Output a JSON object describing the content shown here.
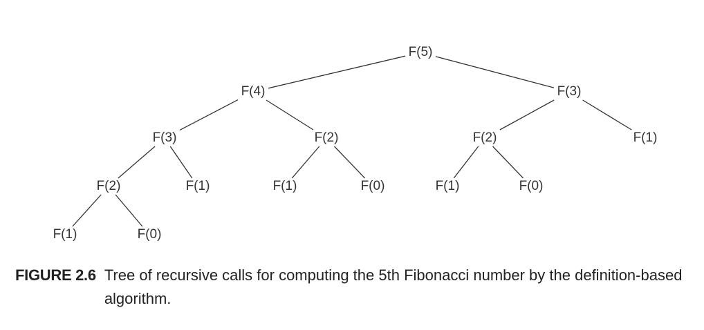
{
  "tree": {
    "nodes": [
      {
        "id": "n0",
        "label": "F(5)"
      },
      {
        "id": "n1",
        "label": "F(4)"
      },
      {
        "id": "n2",
        "label": "F(3)"
      },
      {
        "id": "n3",
        "label": "F(3)"
      },
      {
        "id": "n4",
        "label": "F(2)"
      },
      {
        "id": "n5",
        "label": "F(2)"
      },
      {
        "id": "n6",
        "label": "F(1)"
      },
      {
        "id": "n7",
        "label": "F(2)"
      },
      {
        "id": "n8",
        "label": "F(1)"
      },
      {
        "id": "n9",
        "label": "F(1)"
      },
      {
        "id": "n10",
        "label": "F(0)"
      },
      {
        "id": "n11",
        "label": "F(1)"
      },
      {
        "id": "n12",
        "label": "F(0)"
      },
      {
        "id": "n13",
        "label": "F(1)"
      },
      {
        "id": "n14",
        "label": "F(0)"
      }
    ],
    "edges": [
      [
        "n0",
        "n1"
      ],
      [
        "n0",
        "n2"
      ],
      [
        "n1",
        "n3"
      ],
      [
        "n1",
        "n4"
      ],
      [
        "n2",
        "n5"
      ],
      [
        "n2",
        "n6"
      ],
      [
        "n3",
        "n7"
      ],
      [
        "n3",
        "n8"
      ],
      [
        "n4",
        "n9"
      ],
      [
        "n4",
        "n10"
      ],
      [
        "n5",
        "n11"
      ],
      [
        "n5",
        "n12"
      ],
      [
        "n7",
        "n13"
      ],
      [
        "n7",
        "n14"
      ]
    ]
  },
  "caption": {
    "label": "FIGURE 2.6",
    "text": "Tree of recursive calls for computing the 5th Fibonacci number by the definition-based algorithm."
  }
}
